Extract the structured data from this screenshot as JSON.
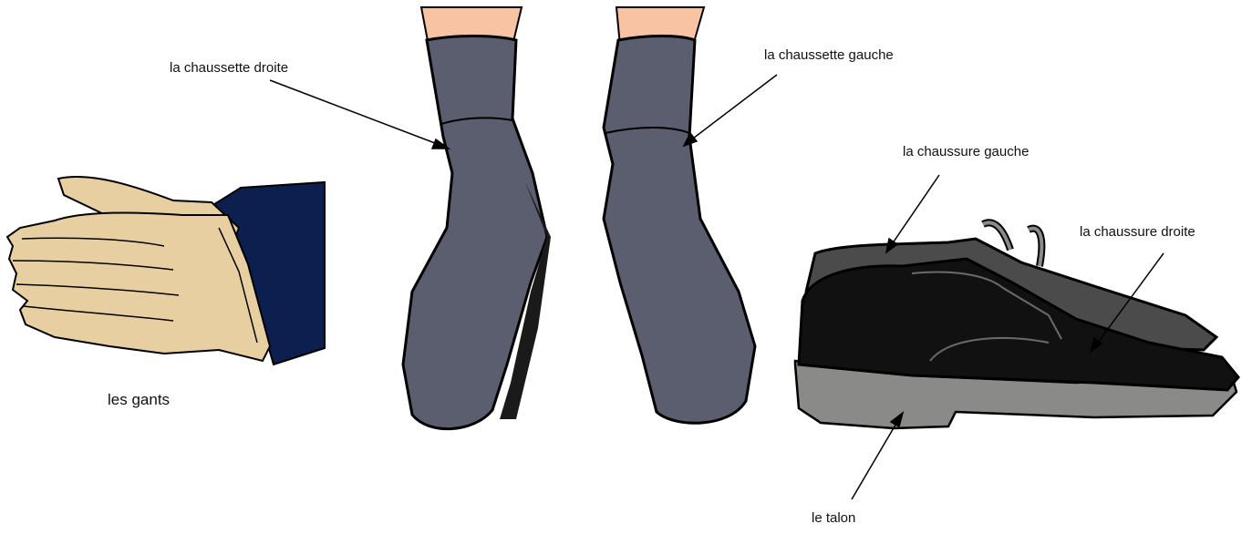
{
  "labels": {
    "gloves": "les gants",
    "right_sock": "la chaussette droite",
    "left_sock": "la chaussette gauche",
    "left_shoe": "la chaussure gauche",
    "right_shoe": "la chaussure droite",
    "heel": "le talon"
  },
  "colors": {
    "glove": "#e8cfa2",
    "sleeve": "#0d1f4e",
    "sock": "#5a5e6e",
    "sock_dark": "#2a2c36",
    "skin": "#f7c3a3",
    "shoe_left": "#4b4b4b",
    "shoe_right": "#111111",
    "sole": "#8a8a88",
    "outline": "#000000"
  }
}
